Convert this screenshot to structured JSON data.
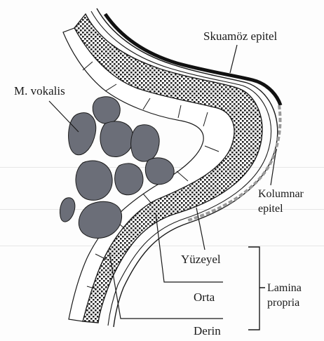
{
  "labels": {
    "m_vocalis": "M. vokalis",
    "squamous_epithelium": "Skuamöz epitel",
    "columnar_epithelium_line1": "Kolumnar",
    "columnar_epithelium_line2": "epitel",
    "superficial": "Yüzeyel",
    "middle": "Orta",
    "deep": "Derin",
    "lamina_propria_line1": "Lamina",
    "lamina_propria_line2": "propria"
  },
  "colors": {
    "ink": "#1a1a1a",
    "muscle_fill": "#6b6e78",
    "stipple": "#222222",
    "background": "#fdfdfd"
  }
}
